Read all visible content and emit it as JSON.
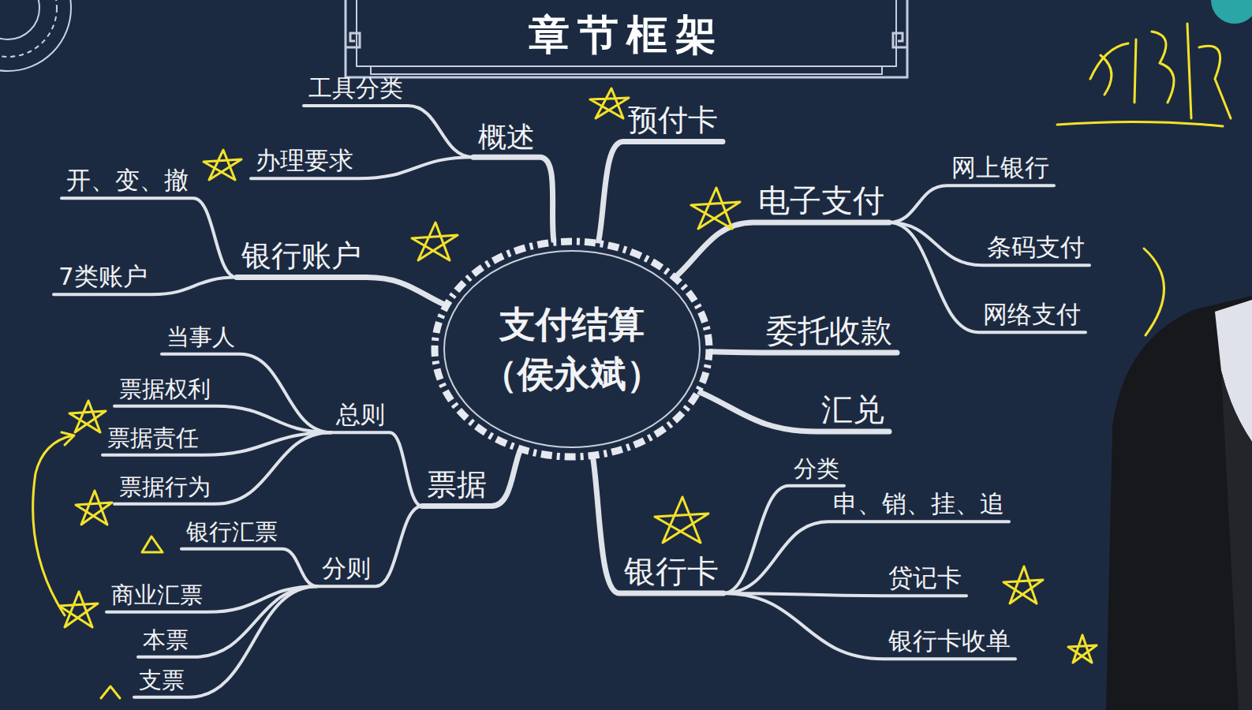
{
  "diagram": {
    "title": "章节框架",
    "nodes": [
      {
        "text": [
          "支付结算 （侯永斌）"
        ]
      },
      {
        "text": [
          "概述"
        ]
      },
      {
        "text": [
          "工具分类"
        ]
      },
      {
        "text": [
          "办理要求"
        ]
      },
      {
        "text": [
          "银行账户"
        ]
      },
      {
        "text": [
          "开、变、撤"
        ]
      },
      {
        "text": [
          "7类账户"
        ]
      },
      {
        "text": [
          "票据"
        ]
      },
      {
        "text": [
          "总则"
        ]
      },
      {
        "text": [
          "当事人"
        ]
      },
      {
        "text": [
          "票据权利"
        ]
      },
      {
        "text": [
          "票据责任"
        ]
      },
      {
        "text": [
          "票据行为"
        ]
      },
      {
        "text": [
          "分则"
        ]
      },
      {
        "text": [
          "银行汇票"
        ]
      },
      {
        "text": [
          "商业汇票"
        ]
      },
      {
        "text": [
          "本票"
        ]
      },
      {
        "text": [
          "支票"
        ]
      },
      {
        "text": [
          "预付卡"
        ]
      },
      {
        "text": [
          "电子支付"
        ]
      },
      {
        "text": [
          "网上银行"
        ]
      },
      {
        "text": [
          "条码支付"
        ]
      },
      {
        "text": [
          "网络支付"
        ]
      },
      {
        "text": [
          "委托收款"
        ]
      },
      {
        "text": [
          "汇兑"
        ]
      },
      {
        "text": [
          "银行卡"
        ]
      },
      {
        "text": [
          "分类"
        ]
      },
      {
        "text": [
          "申、销、挂、追"
        ]
      },
      {
        "text": [
          "贷记卡"
        ]
      },
      {
        "text": [
          "银行卡收单"
        ]
      }
    ],
    "edges": [
      {
        "from": 0,
        "to": 1,
        "arrow": "none"
      },
      {
        "from": 1,
        "to": 2,
        "arrow": "none"
      },
      {
        "from": 1,
        "to": 3,
        "arrow": "none"
      },
      {
        "from": 0,
        "to": 4,
        "arrow": "none"
      },
      {
        "from": 4,
        "to": 5,
        "arrow": "none"
      },
      {
        "from": 4,
        "to": 6,
        "arrow": "none"
      },
      {
        "from": 0,
        "to": 7,
        "arrow": "none"
      },
      {
        "from": 7,
        "to": 8,
        "arrow": "none"
      },
      {
        "from": 8,
        "to": 9,
        "arrow": "none"
      },
      {
        "from": 8,
        "to": 10,
        "arrow": "none"
      },
      {
        "from": 8,
        "to": 11,
        "arrow": "none"
      },
      {
        "from": 8,
        "to": 12,
        "arrow": "none"
      },
      {
        "from": 7,
        "to": 13,
        "arrow": "none"
      },
      {
        "from": 13,
        "to": 14,
        "arrow": "none"
      },
      {
        "from": 13,
        "to": 15,
        "arrow": "none"
      },
      {
        "from": 13,
        "to": 16,
        "arrow": "none"
      },
      {
        "from": 13,
        "to": 17,
        "arrow": "none"
      },
      {
        "from": 0,
        "to": 18,
        "arrow": "none"
      },
      {
        "from": 0,
        "to": 19,
        "arrow": "none"
      },
      {
        "from": 19,
        "to": 20,
        "arrow": "none"
      },
      {
        "from": 19,
        "to": 21,
        "arrow": "none"
      },
      {
        "from": 19,
        "to": 22,
        "arrow": "none"
      },
      {
        "from": 0,
        "to": 23,
        "arrow": "none"
      },
      {
        "from": 0,
        "to": 24,
        "arrow": "none"
      },
      {
        "from": 0,
        "to": 25,
        "arrow": "none"
      },
      {
        "from": 25,
        "to": 26,
        "arrow": "none"
      },
      {
        "from": 25,
        "to": 27,
        "arrow": "none"
      },
      {
        "from": 25,
        "to": 28,
        "arrow": "none"
      },
      {
        "from": 25,
        "to": 29,
        "arrow": "none"
      }
    ]
  }
}
